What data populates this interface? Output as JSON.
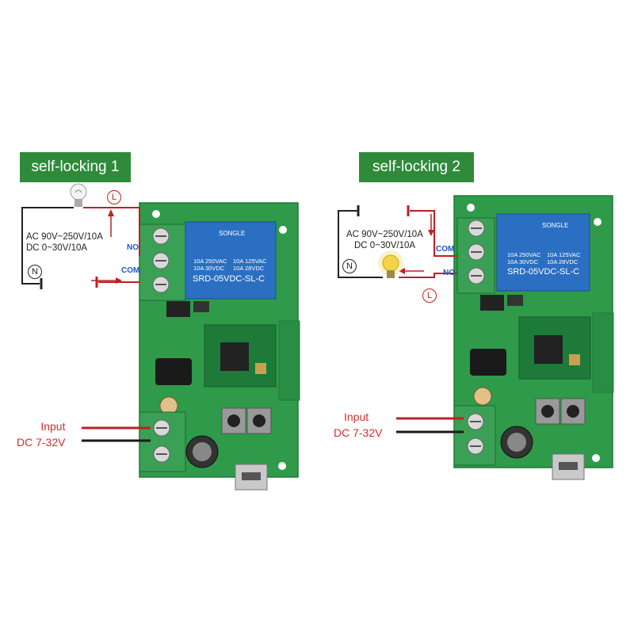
{
  "panels": [
    {
      "title": "self-locking 1",
      "spec_lines": [
        "AC 90V~250V/10A",
        "DC 0~30V/10A"
      ],
      "term_no": "NO",
      "term_com": "COM",
      "live_symbol": "L",
      "neutral_symbol": "N",
      "input_lines": [
        "Input",
        "DC 7-32V"
      ],
      "relay": {
        "brand": "SONGLE",
        "ratings_left": [
          "10A 250VAC",
          "10A 30VDC"
        ],
        "ratings_right": [
          "10A 125VAC",
          "10A 28VDC"
        ],
        "model": "SRD-05VDC-SL-C"
      },
      "lamp_icon": "lightbulb-off-icon"
    },
    {
      "title": "self-locking 2",
      "spec_lines": [
        "AC 90V~250V/10A",
        "DC 0~30V/10A"
      ],
      "term_com": "COM",
      "term_no": "NO",
      "live_symbol": "L",
      "neutral_symbol": "N",
      "input_lines": [
        "Input",
        "DC 7-32V"
      ],
      "relay": {
        "brand": "SONGLE",
        "ratings_left": [
          "10A 250VAC",
          "10A 30VDC"
        ],
        "ratings_right": [
          "10A 125VAC",
          "10A 28VDC"
        ],
        "model": "SRD-05VDC-SL-C"
      },
      "lamp_icon": "lightbulb-on-icon"
    }
  ],
  "colors": {
    "badge": "#2f8a3a",
    "pcb": "#2f9a4a",
    "relay": "#2b6fc2",
    "terminal": "#3aa055",
    "wire_red": "#c02020",
    "wire_black": "#1a1a1a",
    "label_red": "#d03030"
  }
}
